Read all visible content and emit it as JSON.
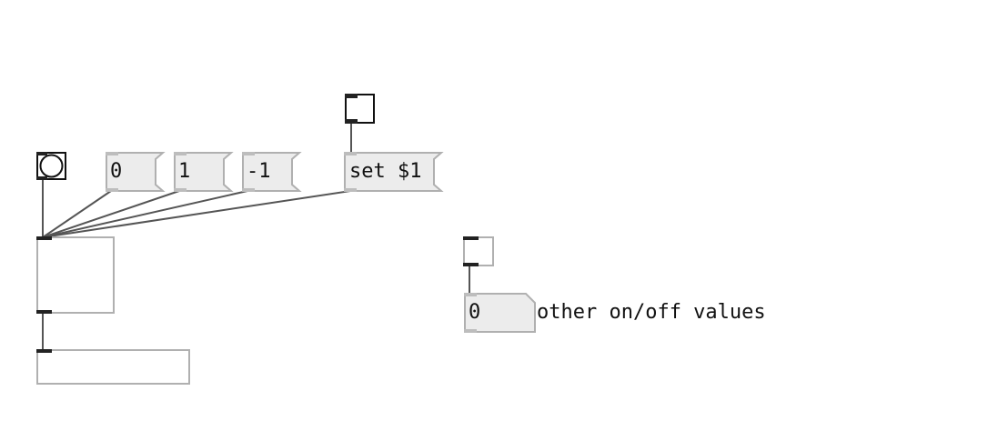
{
  "patch": {
    "messages": [
      {
        "id": "msg-0",
        "text": "0"
      },
      {
        "id": "msg-1",
        "text": "1"
      },
      {
        "id": "msg-neg1",
        "text": "-1"
      },
      {
        "id": "msg-set",
        "text": "set $1"
      }
    ],
    "number_box": {
      "value": "0"
    },
    "comment": {
      "text": "other on/off values"
    },
    "colors": {
      "box_border": "#b0b0b0",
      "box_fill": "#ececec",
      "wire": "#555555",
      "port": "#222222"
    }
  }
}
